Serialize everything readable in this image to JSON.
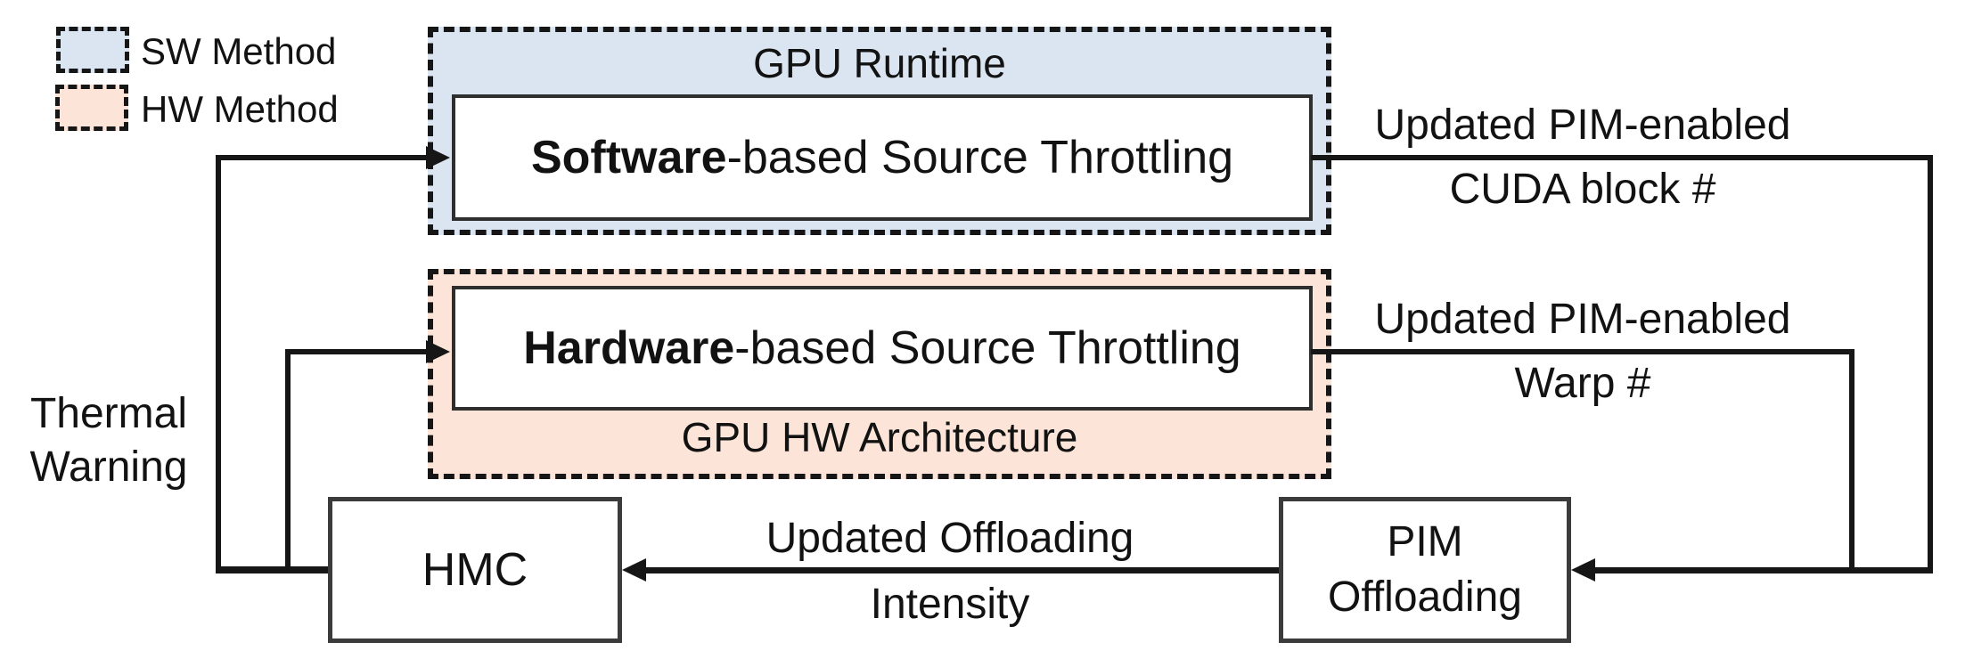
{
  "figure": {
    "legend": {
      "items": [
        {
          "label": "SW Method",
          "fill": "#dbe5f1"
        },
        {
          "label": "HW Method",
          "fill": "#fce5d8"
        }
      ]
    },
    "groups": {
      "runtime": {
        "title": "GPU Runtime",
        "node_bold": "Software",
        "node_rest": "-based Source Throttling",
        "fill": "#dbe5f1"
      },
      "hw_arch": {
        "title": "GPU HW Architecture",
        "node_bold": "Hardware",
        "node_rest": "-based Source Throttling",
        "fill": "#fce5d8"
      }
    },
    "nodes": {
      "hmc": {
        "label": "HMC"
      },
      "pim": {
        "label_line1": "PIM",
        "label_line2": "Offloading"
      }
    },
    "edge_labels": {
      "thermal": {
        "line1": "Thermal",
        "line2": "Warning"
      },
      "cuda": {
        "line1": "Updated PIM-enabled",
        "line2": "CUDA block #"
      },
      "warp": {
        "line1": "Updated PIM-enabled",
        "line2": "Warp #"
      },
      "offload": {
        "line1": "Updated Offloading",
        "line2": "Intensity"
      }
    },
    "colors": {
      "sw_fill": "#dbe5f1",
      "hw_fill": "#fce5d8",
      "line": "#161616"
    }
  }
}
